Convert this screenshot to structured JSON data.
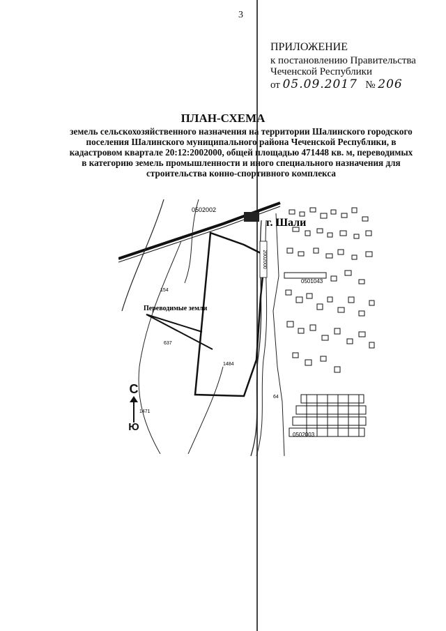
{
  "page": {
    "number": "3"
  },
  "appendix": {
    "title": "ПРИЛОЖЕНИЕ",
    "line1": "к постановлению Правительства",
    "line2": "Чеченской Республики",
    "date_prefix": "от",
    "date_handwritten": "05.09.2017",
    "number_sign": "№",
    "number_handwritten": "206"
  },
  "plan": {
    "title": "ПЛАН-СХЕМА",
    "description": "земель сельскохозяйственного назначения на территории Шалинского городского поселения Шалинского муниципального района Чеченской Республики, в кадастровом квартале 20:12:2002000, общей площадью 471448 кв. м, переводимых в категорию земель промышленности и иного специального назначения для строительства конно-спортивного комплекса"
  },
  "map": {
    "town_label": "г. Шали",
    "block_labels": {
      "top": "0502002",
      "vertical": "2002000",
      "middle_right": "0501043",
      "bottom_right": "0502003"
    },
    "parcel_labels": {
      "p1": "154",
      "p2": "637",
      "p3": "1484",
      "p4": "1471",
      "p5": "64"
    },
    "transfer_label": "Переводимые земли"
  },
  "compass": {
    "north": "С",
    "south": "Ю"
  }
}
